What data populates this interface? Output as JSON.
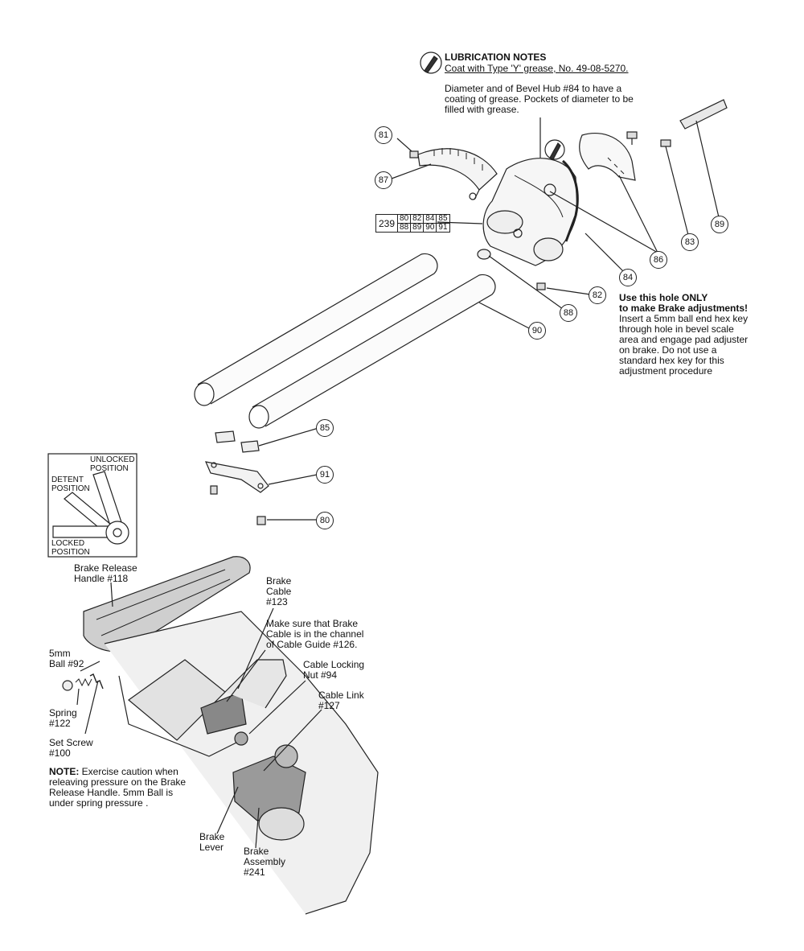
{
  "lubrication": {
    "title": "LUBRICATION NOTES",
    "subtitle": "Coat with Type 'Y' grease, No. 49-08-5270.",
    "note": "Diameter and of Bevel Hub #84 to have a\ncoating of grease. Pockets of diameter to be\nfilled with grease."
  },
  "brake_hole": {
    "title": "Use this hole ONLY\nto make Brake adjustments!",
    "text": "Insert a 5mm ball end hex key\nthrough hole in bevel scale\narea and engage pad adjuster\non brake. Do not use a\nstandard hex key for this\nadjustment procedure"
  },
  "assembly_table": {
    "main": "239",
    "row1": [
      "80",
      "82",
      "84",
      "85"
    ],
    "row2": [
      "88",
      "89",
      "90",
      "91"
    ]
  },
  "callouts": [
    "81",
    "87",
    "83",
    "89",
    "86",
    "84",
    "82",
    "88",
    "90",
    "85",
    "91",
    "80"
  ],
  "inset": {
    "unlocked": "UNLOCKED\nPOSITION",
    "detent": "DETENT\nPOSITION",
    "locked": "LOCKED\nPOSITION"
  },
  "labels": {
    "brake_release": "Brake Release\nHandle #118",
    "brake_cable": "Brake\nCable\n#123",
    "cable_note": "Make sure that Brake\nCable is in the channel\nof Cable Guide #126.",
    "locking_nut": "Cable Locking\nNut #94",
    "cable_link": "Cable Link\n#127",
    "ball": "5mm\nBall #92",
    "spring": "Spring\n#122",
    "set_screw": "Set Screw\n#100",
    "note_bold": "NOTE:",
    "note_text": " Exercise caution when\nreleaving pressure on the Brake\nRelease Handle. 5mm Ball is\nunder spring pressure .",
    "brake_lever": "Brake\nLever",
    "brake_assembly": "Brake\nAssembly\n#241"
  }
}
